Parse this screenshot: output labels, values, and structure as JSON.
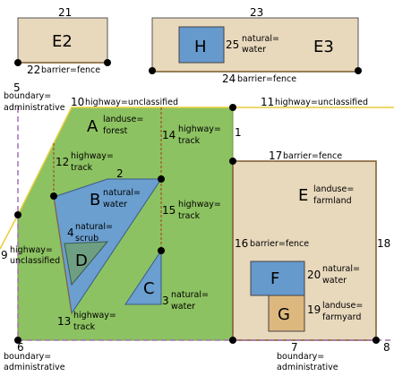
{
  "areas": {
    "E2": {
      "name": "E2",
      "edge_num": "21",
      "fill": "#e8d8bc",
      "stroke": "#555555"
    },
    "E3": {
      "name": "E3",
      "edge_num": "23",
      "fill": "#e8d8bc",
      "stroke": "#555555"
    },
    "H": {
      "name": "H",
      "edge_num": "25",
      "tag_line1": "natural=",
      "tag_line2": "water",
      "fill": "#6699cc"
    },
    "A": {
      "name": "A",
      "tag_line1": "landuse=",
      "tag_line2": "forest",
      "fill": "#8dc262"
    },
    "B": {
      "name": "B",
      "tag_line1": "natural=",
      "tag_line2": "water",
      "fill": "#6a9fd0"
    },
    "C": {
      "name": "C",
      "fill": "#6a9fd0"
    },
    "D": {
      "name": "D",
      "fill": "#6f9f83"
    },
    "E": {
      "name": "E",
      "tag_line1": "landuse=",
      "tag_line2": "farmland",
      "fill": "#e8d8bc"
    },
    "F": {
      "name": "F",
      "fill": "#6699cc"
    },
    "G": {
      "name": "G",
      "fill": "#ddb87e"
    }
  },
  "ways": {
    "w1": {
      "num": "1"
    },
    "w2": {
      "num": "2"
    },
    "w3": {
      "num": "3",
      "tag_line1": "natural=",
      "tag_line2": "water"
    },
    "w4": {
      "num": "4",
      "tag_line1": "natural=",
      "tag_line2": "scrub"
    },
    "w5": {
      "num": "5",
      "tag_line1": "boundary=",
      "tag_line2": "administrative"
    },
    "w6": {
      "num": "6",
      "tag_line1": "boundary=",
      "tag_line2": "administrative"
    },
    "w7": {
      "num": "7",
      "tag_line1": "boundary=",
      "tag_line2": "administrative"
    },
    "w8": {
      "num": "8"
    },
    "w9": {
      "num": "9",
      "tag_line1": "highway=",
      "tag_line2": "unclassified"
    },
    "w10": {
      "num": "10",
      "tag": "highway=unclassified"
    },
    "w11": {
      "num": "11",
      "tag": "highway=unclassified"
    },
    "w12": {
      "num": "12",
      "tag_line1": "highway=",
      "tag_line2": "track"
    },
    "w13": {
      "num": "13",
      "tag_line1": "highway=",
      "tag_line2": "track"
    },
    "w14": {
      "num": "14",
      "tag_line1": "highway=",
      "tag_line2": "track"
    },
    "w15": {
      "num": "15",
      "tag_line1": "highway=",
      "tag_line2": "track"
    },
    "w16": {
      "num": "16",
      "tag": "barrier=fence"
    },
    "w17": {
      "num": "17",
      "tag": "barrier=fence"
    },
    "w18": {
      "num": "18"
    },
    "w19": {
      "num": "19",
      "tag_line1": "landuse=",
      "tag_line2": "farmyard"
    },
    "w20": {
      "num": "20",
      "tag_line1": "natural=",
      "tag_line2": "water"
    },
    "w22": {
      "num": "22",
      "tag": "barrier=fence"
    },
    "w24": {
      "num": "24",
      "tag": "barrier=fence"
    }
  },
  "colors": {
    "highway": "#e8cc3a",
    "track": "#9a6a28",
    "fence": "#7a5a2a",
    "boundary": "#a070b0",
    "node": "#000000"
  }
}
